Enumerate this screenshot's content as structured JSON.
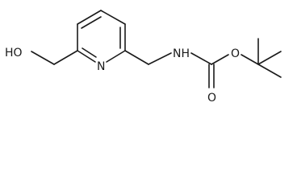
{
  "molecule": {
    "atoms": {
      "hydroxyl": "HO",
      "ring_nitrogen": "N",
      "amine": "NH",
      "ester_oxygen": "O",
      "carbonyl_oxygen": "O"
    }
  }
}
